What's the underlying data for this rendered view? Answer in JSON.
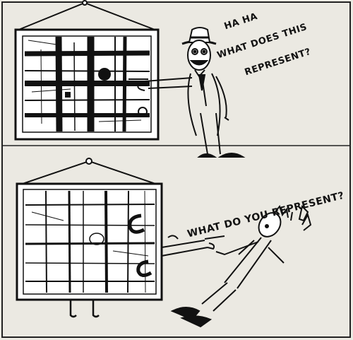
{
  "panels": [
    {
      "id": "top",
      "speech_lines": [
        "HA HA",
        "WHAT DOES THIS",
        "REPRESENT?"
      ]
    },
    {
      "id": "bottom",
      "speech_lines": [
        "WHAT DO YOU REPRESENT?"
      ]
    }
  ],
  "colors": {
    "paper": "#ebe9e2",
    "ink": "#111111"
  }
}
